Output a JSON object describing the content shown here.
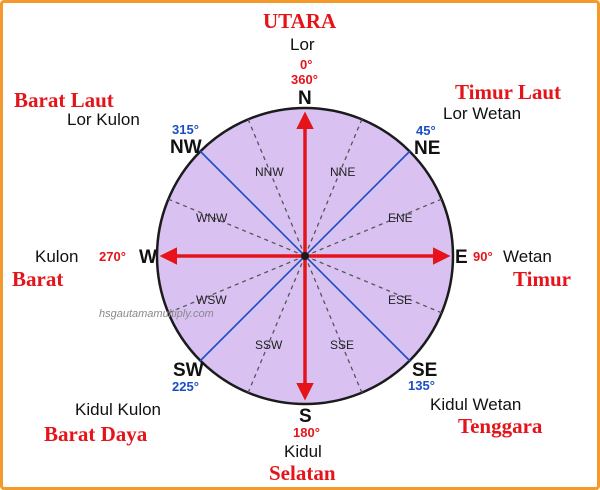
{
  "north": {
    "label_id": "UTARA",
    "label_jv": "Lor",
    "deg0": "0°",
    "deg360": "360°",
    "abbr": "N"
  },
  "northeast": {
    "label_id": "Timur Laut",
    "label_jv": "Lor Wetan",
    "deg": "45°",
    "abbr": "NE"
  },
  "east": {
    "label_id": "Timur",
    "label_jv": "Wetan",
    "deg": "90°",
    "abbr": "E"
  },
  "southeast": {
    "label_id": "Tenggara",
    "label_jv": "Kidul Wetan",
    "deg": "135°",
    "abbr": "SE"
  },
  "south": {
    "label_id": "Selatan",
    "label_jv": "Kidul",
    "deg": "180°",
    "abbr": "S"
  },
  "southwest": {
    "label_id": "Barat Daya",
    "label_jv": "Kidul Kulon",
    "deg": "225°",
    "abbr": "SW"
  },
  "west": {
    "label_id": "Barat",
    "label_jv": "Kulon",
    "deg": "270°",
    "abbr": "W"
  },
  "northwest": {
    "label_id": "Barat Laut",
    "label_jv": "Lor Kulon",
    "deg": "315°",
    "abbr": "NW"
  },
  "intermediate": {
    "nnw": "NNW",
    "nne": "NNE",
    "ene": "ENE",
    "ese": "ESE",
    "sse": "SSE",
    "ssw": "SSW",
    "wsw": "WSW",
    "wnw": "WNW"
  },
  "watermark": "hsgautamamultiply.com",
  "colors": {
    "disc": "#d9c2f2",
    "disc_stroke": "#1b1b1b",
    "arrow": "#e5141b",
    "diagonal": "#1a4fc4",
    "dashed": "#555555",
    "frame": "#f39a2b"
  }
}
